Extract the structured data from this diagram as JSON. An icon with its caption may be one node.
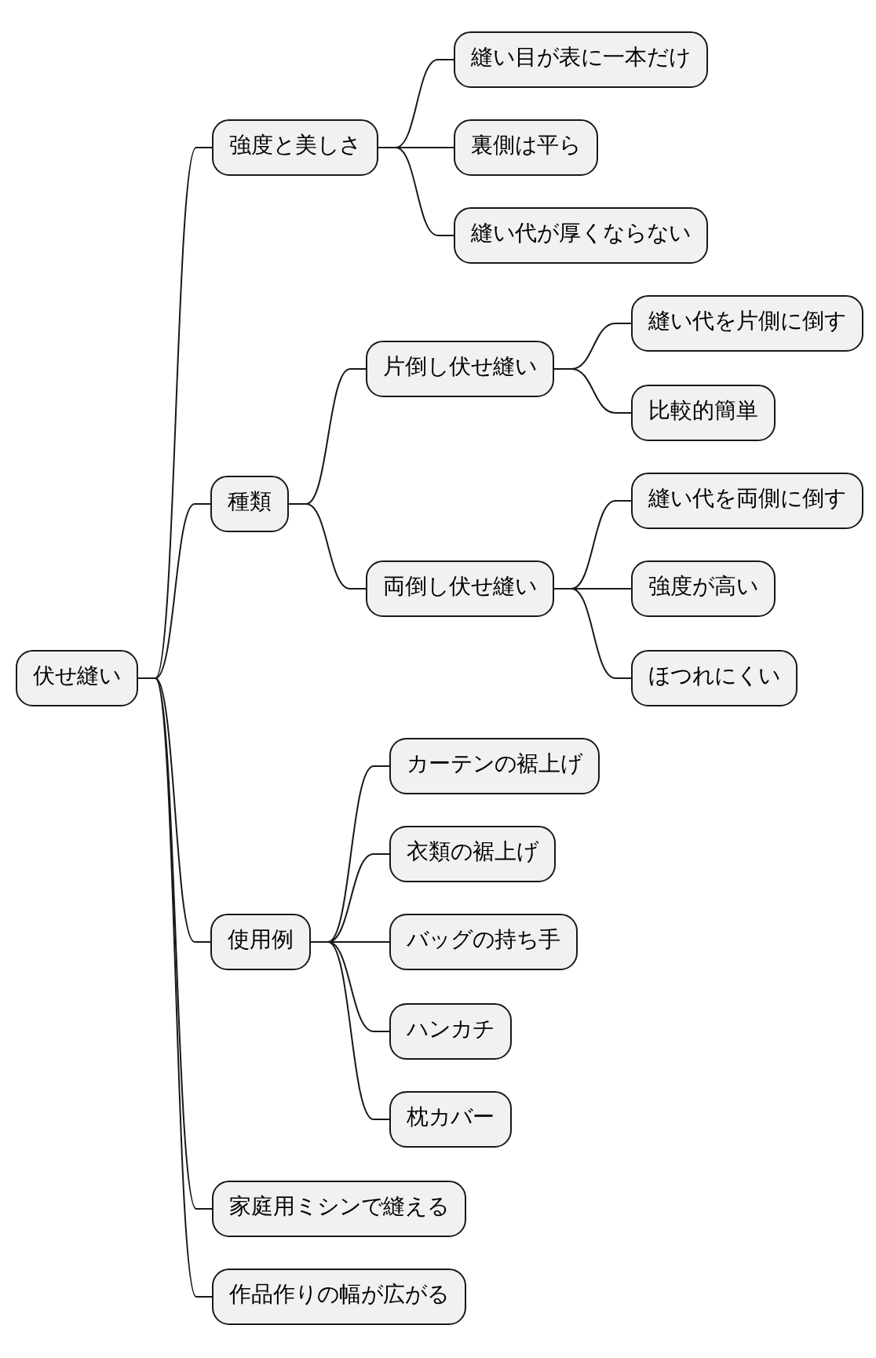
{
  "diagram": {
    "nodes": [
      {
        "text": [
          "伏せ縫い"
        ]
      },
      {
        "text": [
          "強度と美しさ"
        ]
      },
      {
        "text": [
          "縫い目が表に一本だけ"
        ]
      },
      {
        "text": [
          "裏側は平ら"
        ]
      },
      {
        "text": [
          "縫い代が厚くならない"
        ]
      },
      {
        "text": [
          "種類"
        ]
      },
      {
        "text": [
          "片倒し伏せ縫い"
        ]
      },
      {
        "text": [
          "縫い代を片側に倒す"
        ]
      },
      {
        "text": [
          "比較的簡単"
        ]
      },
      {
        "text": [
          "両倒し伏せ縫い"
        ]
      },
      {
        "text": [
          "縫い代を両側に倒す"
        ]
      },
      {
        "text": [
          "強度が高い"
        ]
      },
      {
        "text": [
          "ほつれにくい"
        ]
      },
      {
        "text": [
          "使用例"
        ]
      },
      {
        "text": [
          "カーテンの裾上げ"
        ]
      },
      {
        "text": [
          "衣類の裾上げ"
        ]
      },
      {
        "text": [
          "バッグの持ち手"
        ]
      },
      {
        "text": [
          "ハンカチ"
        ]
      },
      {
        "text": [
          "枕カバー"
        ]
      },
      {
        "text": [
          "家庭用ミシンで縫える"
        ]
      },
      {
        "text": [
          "作品作りの幅が広がる"
        ]
      }
    ],
    "edges": [
      {
        "from": 0,
        "to": 1,
        "arrow": "none"
      },
      {
        "from": 1,
        "to": 2,
        "arrow": "none"
      },
      {
        "from": 1,
        "to": 3,
        "arrow": "none"
      },
      {
        "from": 1,
        "to": 4,
        "arrow": "none"
      },
      {
        "from": 0,
        "to": 5,
        "arrow": "none"
      },
      {
        "from": 5,
        "to": 6,
        "arrow": "none"
      },
      {
        "from": 6,
        "to": 7,
        "arrow": "none"
      },
      {
        "from": 6,
        "to": 8,
        "arrow": "none"
      },
      {
        "from": 5,
        "to": 9,
        "arrow": "none"
      },
      {
        "from": 9,
        "to": 10,
        "arrow": "none"
      },
      {
        "from": 9,
        "to": 11,
        "arrow": "none"
      },
      {
        "from": 9,
        "to": 12,
        "arrow": "none"
      },
      {
        "from": 0,
        "to": 13,
        "arrow": "none"
      },
      {
        "from": 13,
        "to": 14,
        "arrow": "none"
      },
      {
        "from": 13,
        "to": 15,
        "arrow": "none"
      },
      {
        "from": 13,
        "to": 16,
        "arrow": "none"
      },
      {
        "from": 13,
        "to": 17,
        "arrow": "none"
      },
      {
        "from": 13,
        "to": 18,
        "arrow": "none"
      },
      {
        "from": 0,
        "to": 19,
        "arrow": "none"
      },
      {
        "from": 0,
        "to": 20,
        "arrow": "none"
      }
    ]
  }
}
